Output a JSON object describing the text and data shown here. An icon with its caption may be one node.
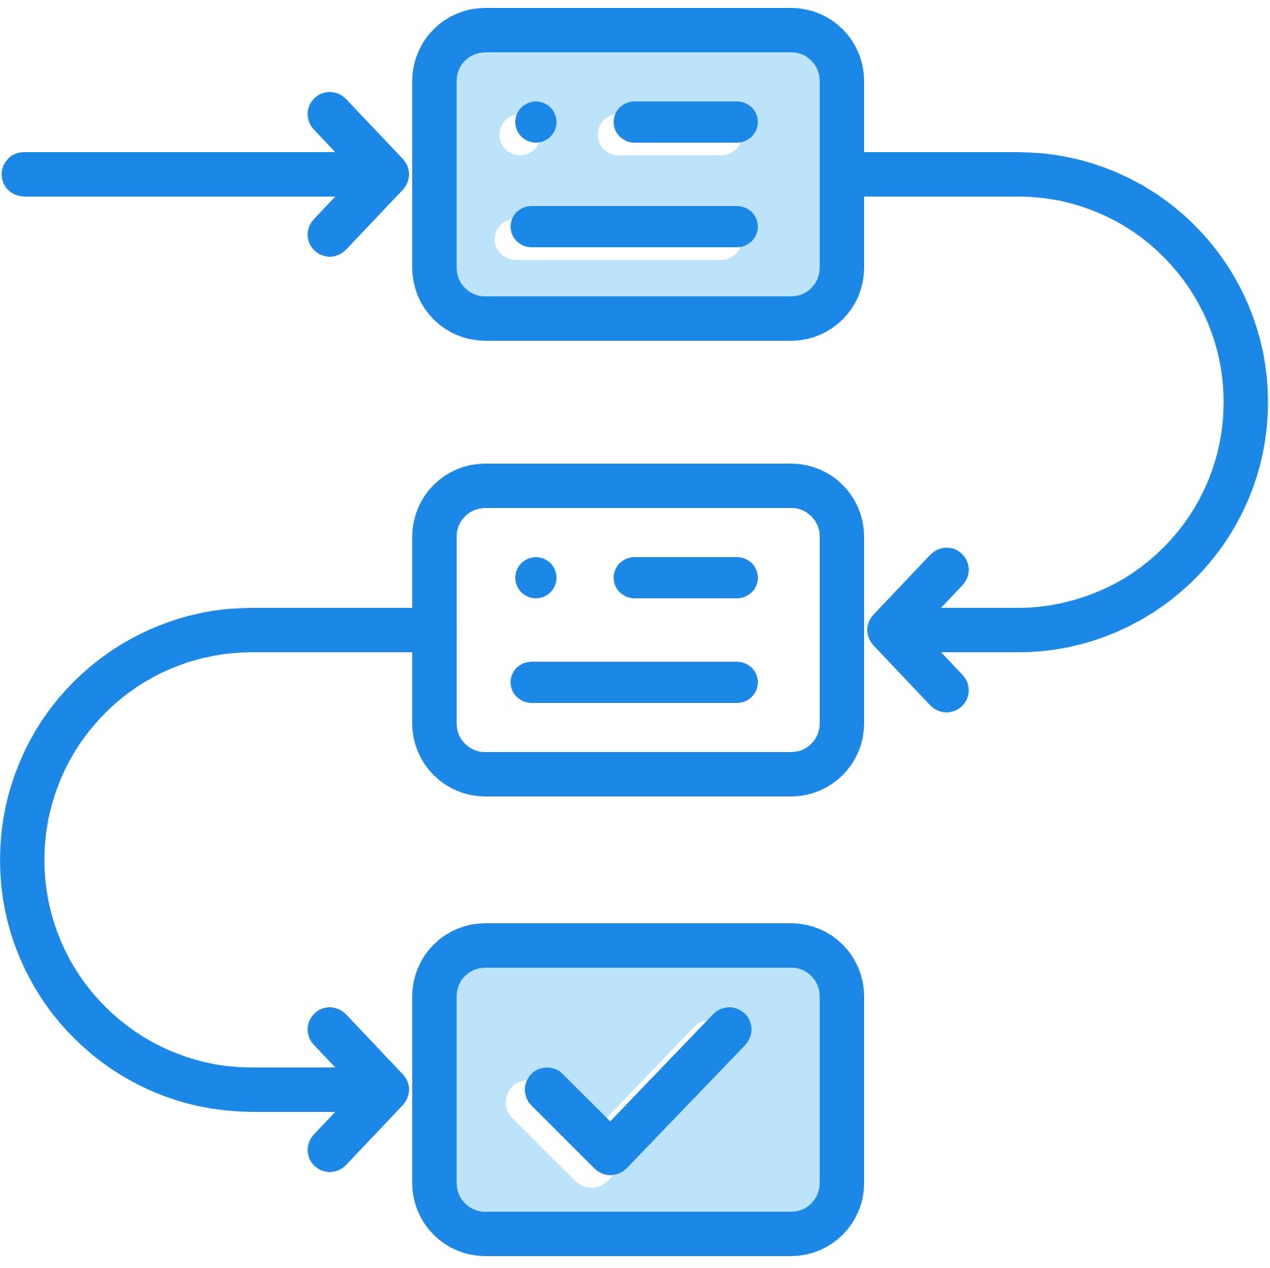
{
  "diagram": {
    "nodes": [
      {
        "text": [],
        "shape": "box"
      },
      {
        "text": [],
        "shape": "box"
      },
      {
        "text": [],
        "shape": "box"
      }
    ],
    "edges": [
      {
        "from": null,
        "to": 0,
        "arrow": "to"
      },
      {
        "from": 0,
        "to": 1,
        "arrow": "to"
      },
      {
        "from": 1,
        "to": 2,
        "arrow": "to"
      }
    ]
  }
}
